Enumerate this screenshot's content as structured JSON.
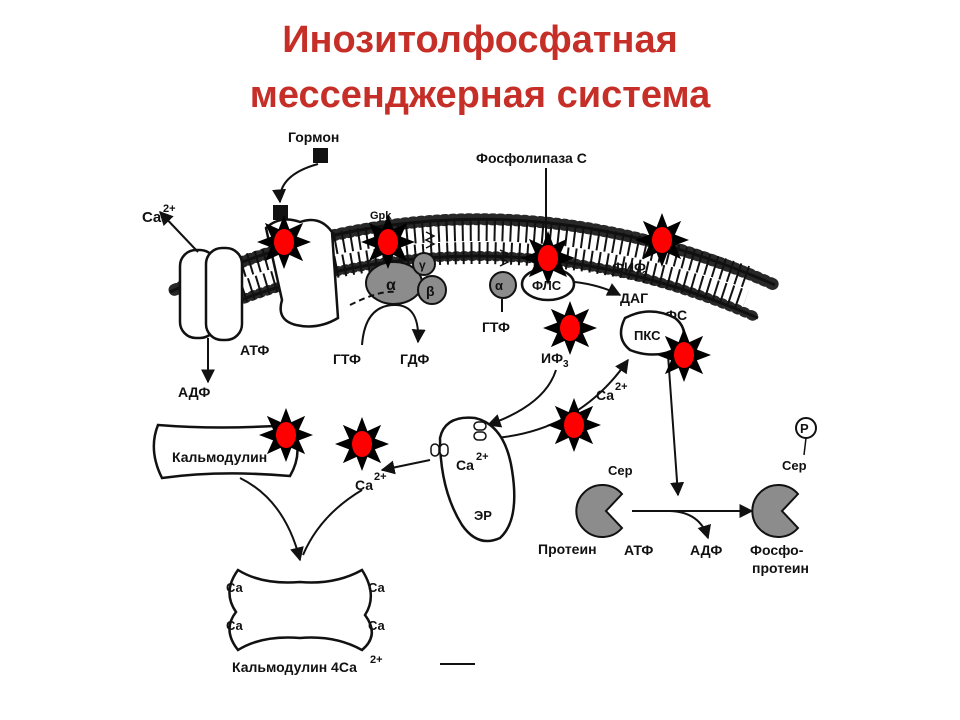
{
  "title": {
    "line1": "Инозитолфосфатная",
    "line2": "мессенджерная система"
  },
  "labels": {
    "hormone": "Гормон",
    "ca2_top": "Ca",
    "sup_2plus": "2+",
    "gpk": "Gpk",
    "phospholipase_c": "Фосфолипаза С",
    "alpha": "α",
    "beta": "β",
    "gamma": "γ",
    "gtp": "ГТФ",
    "gdp": "ГДФ",
    "atp": "АТФ",
    "adp": "АДФ",
    "fls": "ФЛС",
    "fif2": "ФИФ",
    "sub_2": "2",
    "dag": "ДАГ",
    "fs": "ФС",
    "pkc": "ПКС",
    "if3": "ИФ",
    "sub_3": "3",
    "ca2_mid": "Ca",
    "er": "ЭР",
    "calmodulin": "Кальмодулин",
    "calmodulin_4ca": "Кальмодулин 4Са",
    "ca": "Са",
    "ser": "Сер",
    "protein": "Протеин",
    "phospho1": "Фосфо-",
    "phospho2": "протеин",
    "p": "P"
  },
  "colors": {
    "title": "#c62f28",
    "marker_fill": "#ff0000",
    "marker_star": "#000000",
    "subunit_fill": "#8c8c8c"
  }
}
